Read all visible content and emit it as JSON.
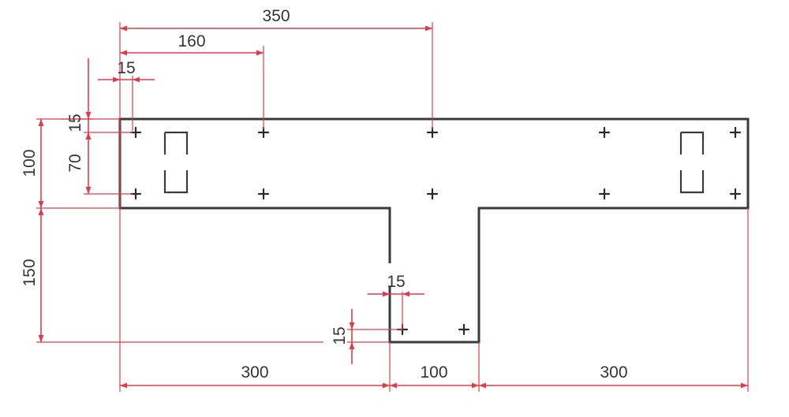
{
  "dimensions": {
    "top_350": "350",
    "top_160": "160",
    "top_15": "15",
    "left_15": "15",
    "left_70": "70",
    "left_100": "100",
    "left_150": "150",
    "mid_15_h": "15",
    "mid_15_v": "15",
    "bottom_300_left": "300",
    "bottom_100": "100",
    "bottom_300_right": "300"
  },
  "colors": {
    "dimension_lines": "#e23a4a",
    "outline": "#3a3a3a",
    "text": "#333333",
    "background": "#ffffff"
  }
}
